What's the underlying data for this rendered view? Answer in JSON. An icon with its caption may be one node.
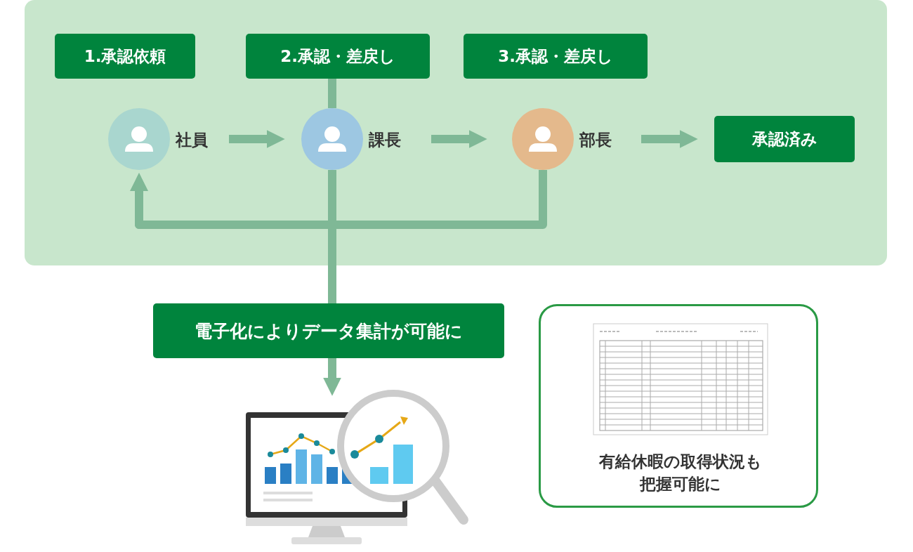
{
  "diagram": {
    "nodes": [
      {
        "text": [],
        "shape": "box"
      },
      {
        "text": [
          "1.承認依頼"
        ],
        "in": 0
      },
      {
        "text": [
          "2.承認・差戻し"
        ],
        "in": 0
      },
      {
        "text": [
          "3.承認・差戻し"
        ],
        "in": 0
      },
      {
        "text": [],
        "shape": "person",
        "beside": [
          "社員"
        ],
        "in": 0
      },
      {
        "text": [],
        "shape": "person",
        "beside": [
          "課長"
        ],
        "in": 0
      },
      {
        "text": [],
        "shape": "person",
        "beside": [
          "部長"
        ],
        "in": 0
      },
      {
        "text": [
          "承認済み"
        ],
        "in": 0
      },
      {
        "text": [
          "電子化によりデータ集計が可能に"
        ]
      },
      {
        "text": [],
        "shape": "picture"
      },
      {
        "text": [
          "有給休暇の取得状況も把握可能に"
        ]
      }
    ],
    "edges": [
      {
        "from": 4,
        "to": 5,
        "arrow": "to"
      },
      {
        "from": 5,
        "to": 6,
        "arrow": "to"
      },
      {
        "from": 6,
        "to": 7,
        "arrow": "to"
      },
      {
        "from": 2,
        "to": 5,
        "arrow": "none"
      },
      {
        "from": 5,
        "to": 4,
        "arrow": "to"
      },
      {
        "from": 6,
        "to": 4,
        "arrow": "to"
      },
      {
        "from": 0,
        "to": 8,
        "arrow": "none"
      },
      {
        "from": 8,
        "to": 9,
        "arrow": "to"
      }
    ]
  }
}
